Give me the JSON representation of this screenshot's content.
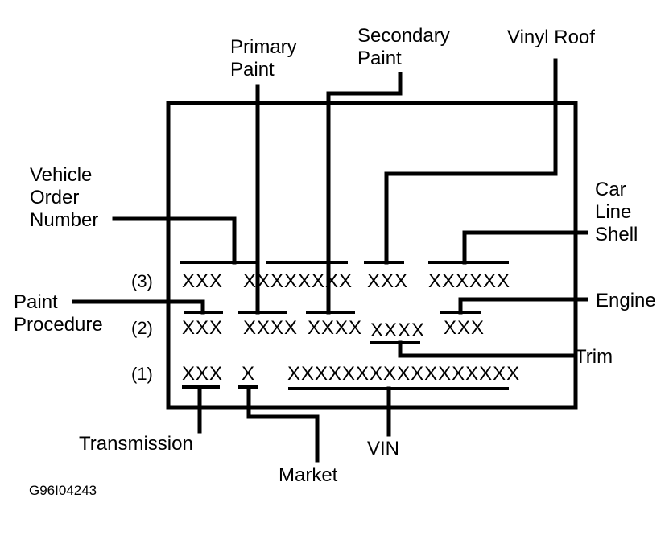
{
  "labels": {
    "primary_paint": [
      "Primary",
      "Paint"
    ],
    "secondary_paint": [
      "Secondary",
      "Paint"
    ],
    "vinyl_roof": "Vinyl Roof",
    "vehicle_order_number": [
      "Vehicle",
      "Order",
      "Number"
    ],
    "car_line_shell": [
      "Car",
      "Line",
      "Shell"
    ],
    "paint_procedure": [
      "Paint",
      "Procedure"
    ],
    "engine": "Engine",
    "trim": "Trim",
    "transmission": "Transmission",
    "market": "Market",
    "vin": "VIN"
  },
  "rows": {
    "row3": {
      "number": "(3)",
      "fields": [
        "XXX",
        "XXXXXXXX",
        "XXX",
        "XXXXXX"
      ]
    },
    "row2": {
      "number": "(2)",
      "fields": [
        "XXX",
        "XXXX",
        "XXXX",
        "XXXX",
        "XXX"
      ]
    },
    "row1": {
      "number": "(1)",
      "fields": [
        "XXX",
        "X",
        "XXXXXXXXXXXXXXXXX"
      ]
    }
  },
  "figure_id": "G96I04243"
}
